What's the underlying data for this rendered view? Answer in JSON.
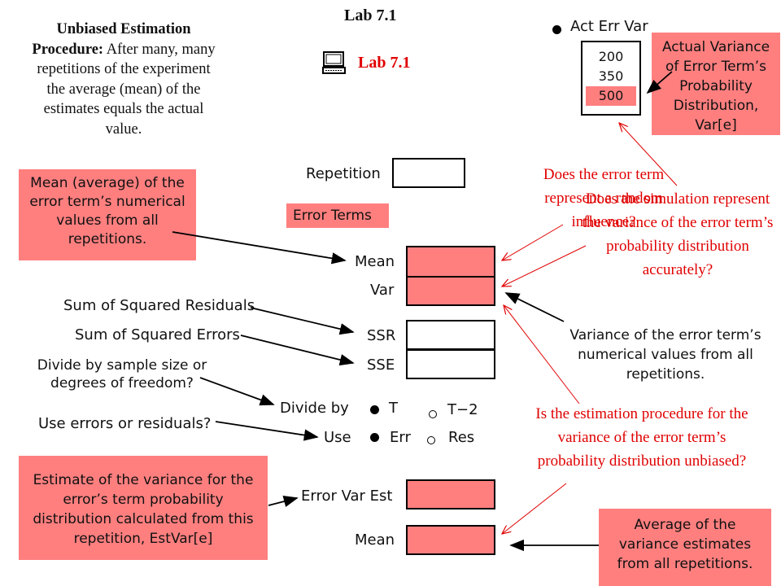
{
  "title": "Lab 7.1",
  "lab_link": "Lab 7.1",
  "intro": {
    "heading": "Unbiased Estimation Procedure:",
    "body": "After many, many repetitions of the experiment the average (mean) of the estimates equals the actual value."
  },
  "act_err_var": {
    "label": "Act Err Var",
    "options": [
      "200",
      "350",
      "500"
    ],
    "selected": "500"
  },
  "notes": {
    "actual_variance": "Actual Variance of Error Term’s Probability Distribution, Var[e]",
    "mean_error_terms": "Mean (average) of the error term’s numerical values from all repetitions.",
    "variance_error_terms": "Variance of the error term’s numerical values from all repetitions.",
    "estimate_variance": "Estimate of the variance for the error’s term probability distribution calculated from this repetition, EstVar[e]",
    "average_estimates": "Average of the variance estimates from all repetitions."
  },
  "questions": {
    "random_influence": "Does the error term represent a random influence?",
    "simulation": "Does the simulation represent the variance of the error term’s probability distribution accurately?",
    "unbiased": "Is the estimation procedure for the variance of the error term’s probability distribution unbiased?"
  },
  "labels": {
    "repetition": "Repetition",
    "error_terms": "Error Terms",
    "mean": "Mean",
    "var": "Var",
    "ssr": "SSR",
    "sse": "SSE",
    "ssr_long": "Sum of Squared Residuals",
    "sse_long": "Sum of Squared Errors",
    "divide_question": "Divide by sample size or degrees of freedom?",
    "use_question": "Use errors or residuals?",
    "divide_by": "Divide by",
    "use": "Use",
    "error_var_est": "Error Var Est",
    "mean2": "Mean"
  },
  "divide_options": [
    "T",
    "T−2"
  ],
  "divide_selected": "T",
  "use_options": [
    "Err",
    "Res"
  ],
  "use_selected": "Err",
  "colors": {
    "accent_pink": "#ff7f7f",
    "question_red": "#e00000"
  }
}
